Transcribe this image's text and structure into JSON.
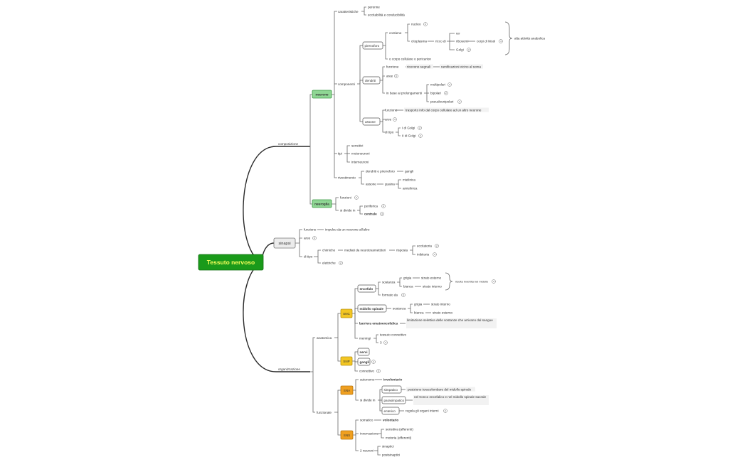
{
  "root": "Tessuto nervoso",
  "branches": {
    "composizione": "composizione",
    "sinapsi": "sinapsi",
    "organizzazione": "organizzazione"
  },
  "neurone": {
    "label": "neurone",
    "caratteristiche": "caratteristiche",
    "perenne": "perenne",
    "eccitabilita": "eccitabilità e conducibilità",
    "componenti": "componenti",
    "pirenoforo": "pirenoforo",
    "contiene": "contiene",
    "nucleo": "nucleo",
    "citoplasma": "citoplasma",
    "ricco_di": "ricco di",
    "rer": "rer",
    "ribosomi": "ribosomi",
    "corpi_nissl": "corpi di Nissl",
    "golgi": "Golgi",
    "alta_attivita": "alta attività anabolica",
    "corpo_cellulare": "o corpo cellulare o pericarion",
    "dendriti": "dendriti",
    "funzione_dend": "funzione",
    "ricevono_segnali": "ricevono segnali",
    "ramificazioni": "ramificazioni vicino al soma",
    "aree_dend": "aree",
    "in_base": "in base ai prolungamenti",
    "multipolari": "multipolari",
    "bipolari": "bipolari",
    "pseudounipolari": "pseudounipolari",
    "assone": "assone",
    "funzione_ass": "funzione",
    "trasporto": "trasporto info dal corpo cellulare ad un altro neurone",
    "aree_ass": "aree",
    "di_tipo": "di tipo",
    "i_golgi": "I di Golgi",
    "ii_golgi": "II di Golgi",
    "tipi": "tipi",
    "sensitivi": "sensitivi",
    "motoneuroni": "motoneuroni",
    "interneuroni": "interneuroni",
    "rivestimento": "rivestimento",
    "dendriti_pirenoforo": "dendriti e pirenoforo",
    "gangli": "gangli",
    "assone_riv": "assone",
    "guaina": "guaina",
    "mielinica": "mielinica",
    "amielinica": "amielinica"
  },
  "neuroglia": {
    "label": "neuroglia",
    "funzioni": "funzioni",
    "si_divide_in": "si divide in",
    "periferica": "periferica",
    "centrale": "centrale"
  },
  "sinapsi": {
    "funzione": "funzione",
    "impulso": "impulso da un neurone all'altro",
    "aree": "aree",
    "di_tipo": "di tipo",
    "chimiche": "chimiche",
    "mediati": "mediati da neurotrasmettitori",
    "risposta": "risposta",
    "eccitatoria": "eccitatoria",
    "inibitoria": "inibitoria",
    "elettriche": "elettriche"
  },
  "organizzazione": {
    "anatomica": "anatomica",
    "snc": "SNC",
    "encefalo": "encefalo",
    "sostanza_enc": "sostanza",
    "grigia_enc": "grigia",
    "strato_esterno": "strato esterno",
    "bianca_enc": "bianca",
    "strato_interno": "strato interno",
    "inversione_note": "risulta invertita nel midollo",
    "formato_da": "formato da",
    "midollo": "midollo spinale",
    "sostanza_mid": "sostanza",
    "grigia_mid": "grigia",
    "strato_interno_mid": "strato interno",
    "bianca_mid": "bianca",
    "strato_esterno_mid": "strato esterno",
    "barriera": "barriera ematoencefalica",
    "limitazione": "limitazione selettiva delle sostanze che arrivano dal sangue",
    "meningi": "meningi",
    "tessuto_connettivo": "tessuto connettivo",
    "tre": "3",
    "snp": "SNP",
    "nervi": "nervi",
    "gangli_snp": "gangli",
    "connettivo": "connettivo",
    "funzionale": "funzionale",
    "sna": "SNA",
    "autonomo": "autonomo",
    "involontario": "involontario",
    "si_divide_in": "si divide in",
    "simpatico": "simpatico",
    "pos_simpatico": "posizione toracolombare del midollo spinale",
    "parasimpatico": "parasimpatico",
    "pos_parasimpatico": "nel tronco encefalico e nel midollo spinale sacrale",
    "enterico": "enterico",
    "regola": "regola gli organi interni",
    "sns": "SNS",
    "somatico": "somatico",
    "volontario": "volontario",
    "innervazione": "innervazione",
    "sensitiva": "sensitiva (afferenti)",
    "motoria": "motoria (efferenti)",
    "due_neuroni": "2 neuroni",
    "sinaptici": "sinaptici",
    "postsinaptici": "postsinaptici"
  },
  "collapse_counts": {
    "nucleo": "2",
    "ribosomi": "4",
    "golgi": "2",
    "aree_dend": "3",
    "multipolari": "2",
    "bipolari": "2",
    "pseudounipolari": "2",
    "aree_ass": "3",
    "i_golgi": "2",
    "ii_golgi": "2",
    "funzioni": "4",
    "periferica": "2",
    "centrale": "4",
    "aree_sin": "3",
    "eccitatoria": "2",
    "inibitoria": "2",
    "elettriche": "2",
    "inversione": "2",
    "formato_da": "3",
    "tre": "3",
    "gangli": "2",
    "connettivo": "3",
    "enterico": "2"
  },
  "colors": {
    "root_fill": "#1a9a1a",
    "root_text": "#f6ff5a",
    "neurone_fill": "#8fd694",
    "snc_fill": "#f3c623",
    "sna_fill": "#f0a020",
    "accent_text": "#e87a00"
  }
}
